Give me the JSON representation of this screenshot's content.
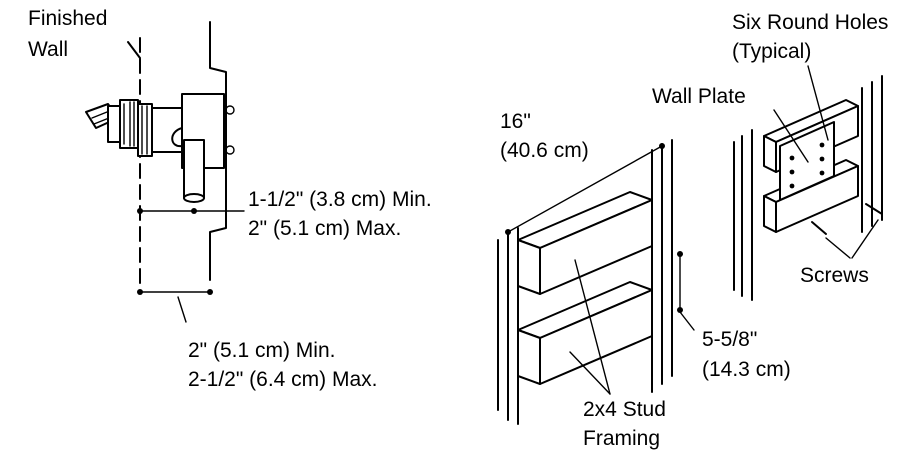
{
  "labels": {
    "finished_wall": [
      "Finished",
      "Wall"
    ],
    "min_offset": "1-1/2\" (3.8 cm) Min.",
    "max_offset": "2\" (5.1 cm) Max.",
    "min_depth": "2\" (5.1 cm) Min.",
    "max_depth": "2-1/2\" (6.4 cm) Max.",
    "stud_spacing": [
      "16\"",
      "(40.6 cm)"
    ],
    "block_spacing": [
      "5-5/8\"",
      "(14.3 cm)"
    ],
    "stud_framing": [
      "2x4 Stud",
      "Framing"
    ],
    "round_holes": [
      "Six Round Holes",
      "(Typical)"
    ],
    "wall_plate": "Wall Plate",
    "screws": "Screws"
  }
}
